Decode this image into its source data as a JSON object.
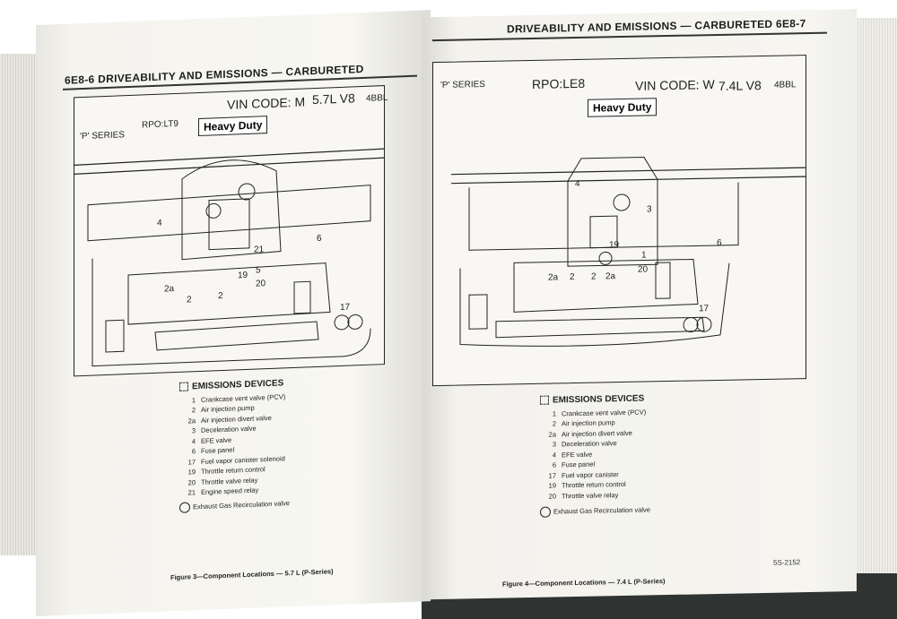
{
  "left": {
    "header": "6E8-6  DRIVEABILITY AND EMISSIONS — CARBURETED",
    "series": "'P' SERIES",
    "rpo": "RPO:LT9",
    "vin": "VIN CODE: M",
    "engine": "5.7L  V8",
    "carb": "4BBL",
    "heavy_duty": "Heavy Duty",
    "legend_title": "EMISSIONS DEVICES",
    "legend": [
      {
        "n": "1",
        "t": "Crankcase vent valve (PCV)"
      },
      {
        "n": "2",
        "t": "Air injection pump"
      },
      {
        "n": "2a",
        "t": "Air injection divert valve"
      },
      {
        "n": "3",
        "t": "Deceleration valve"
      },
      {
        "n": "4",
        "t": "EFE valve"
      },
      {
        "n": "6",
        "t": "Fuse panel"
      },
      {
        "n": "17",
        "t": "Fuel vapor canister solenoid"
      },
      {
        "n": "19",
        "t": "Throttle return control"
      },
      {
        "n": "20",
        "t": "Throttle valve relay"
      },
      {
        "n": "21",
        "t": "Engine speed relay"
      }
    ],
    "egr": "Exhaust Gas Recirculation valve",
    "caption": "Figure 3—Component Locations — 5.7 L (P-Series)",
    "labels": [
      "4",
      "21",
      "6",
      "2a",
      "2",
      "2",
      "19",
      "5",
      "20",
      "17"
    ]
  },
  "right": {
    "header": "DRIVEABILITY AND EMISSIONS — CARBURETED  6E8-7",
    "series": "'P' SERIES",
    "rpo": "RPO:LE8",
    "vin": "VIN CODE: W",
    "engine": "7.4L  V8",
    "carb": "4BBL",
    "heavy_duty": "Heavy Duty",
    "legend_title": "EMISSIONS DEVICES",
    "legend": [
      {
        "n": "1",
        "t": "Crankcase vent valve (PCV)"
      },
      {
        "n": "2",
        "t": "Air injection pump"
      },
      {
        "n": "2a",
        "t": "Air injection divert valve"
      },
      {
        "n": "3",
        "t": "Deceleration valve"
      },
      {
        "n": "4",
        "t": "EFE valve"
      },
      {
        "n": "6",
        "t": "Fuse panel"
      },
      {
        "n": "17",
        "t": "Fuel vapor canister"
      },
      {
        "n": "19",
        "t": "Throttle return control"
      },
      {
        "n": "20",
        "t": "Throttle valve relay"
      }
    ],
    "egr": "Exhaust Gas Recirculation valve",
    "caption": "Figure 4—Component Locations — 7.4 L (P-Series)",
    "code": "5S-2152",
    "labels": [
      "4",
      "3",
      "19",
      "6",
      "2a",
      "2",
      "2",
      "2a",
      "1",
      "20",
      "17"
    ]
  }
}
